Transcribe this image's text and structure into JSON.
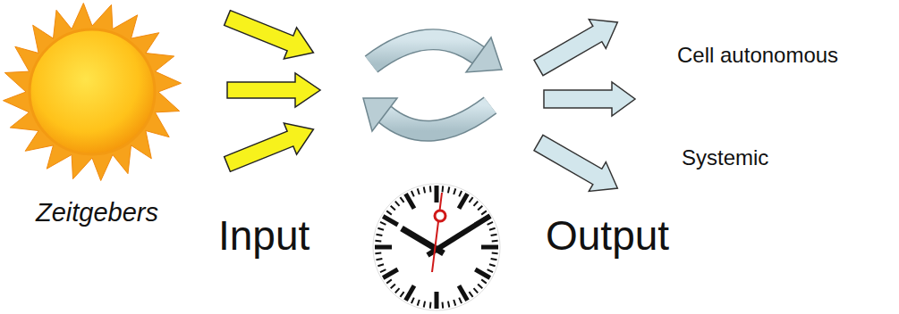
{
  "diagram": {
    "labels": [
      "Zeitgebers",
      "Input",
      "Output",
      "Cell autonomous",
      "Systemic"
    ]
  }
}
